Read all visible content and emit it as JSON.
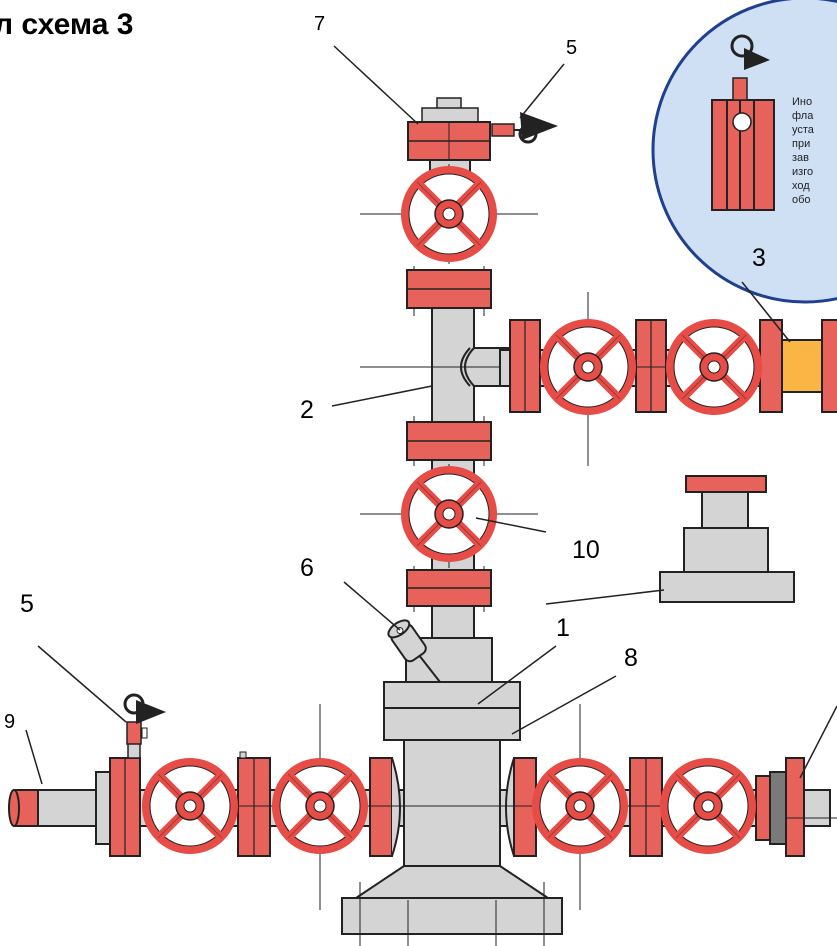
{
  "title": "л схема 3",
  "labels": {
    "l1": "1",
    "l2": "2",
    "l3": "3",
    "l5_top": "5",
    "l5_left": "5",
    "l6": "6",
    "l7": "7",
    "l8": "8",
    "l9": "9",
    "l10": "10"
  },
  "inset_note": [
    "Ино",
    "фла",
    "уста",
    "при",
    "зав",
    "изго",
    "ход",
    "обо"
  ],
  "colors": {
    "flange_red": "#e8625c",
    "handwheel_red": "#e74c47",
    "body_gray": "#d4d4d4",
    "adapter_orange": "#fbb545",
    "inset_blue": "#cfe0f5",
    "inset_border": "#1f3f8f",
    "cap_dark": "#7a7a7a"
  }
}
